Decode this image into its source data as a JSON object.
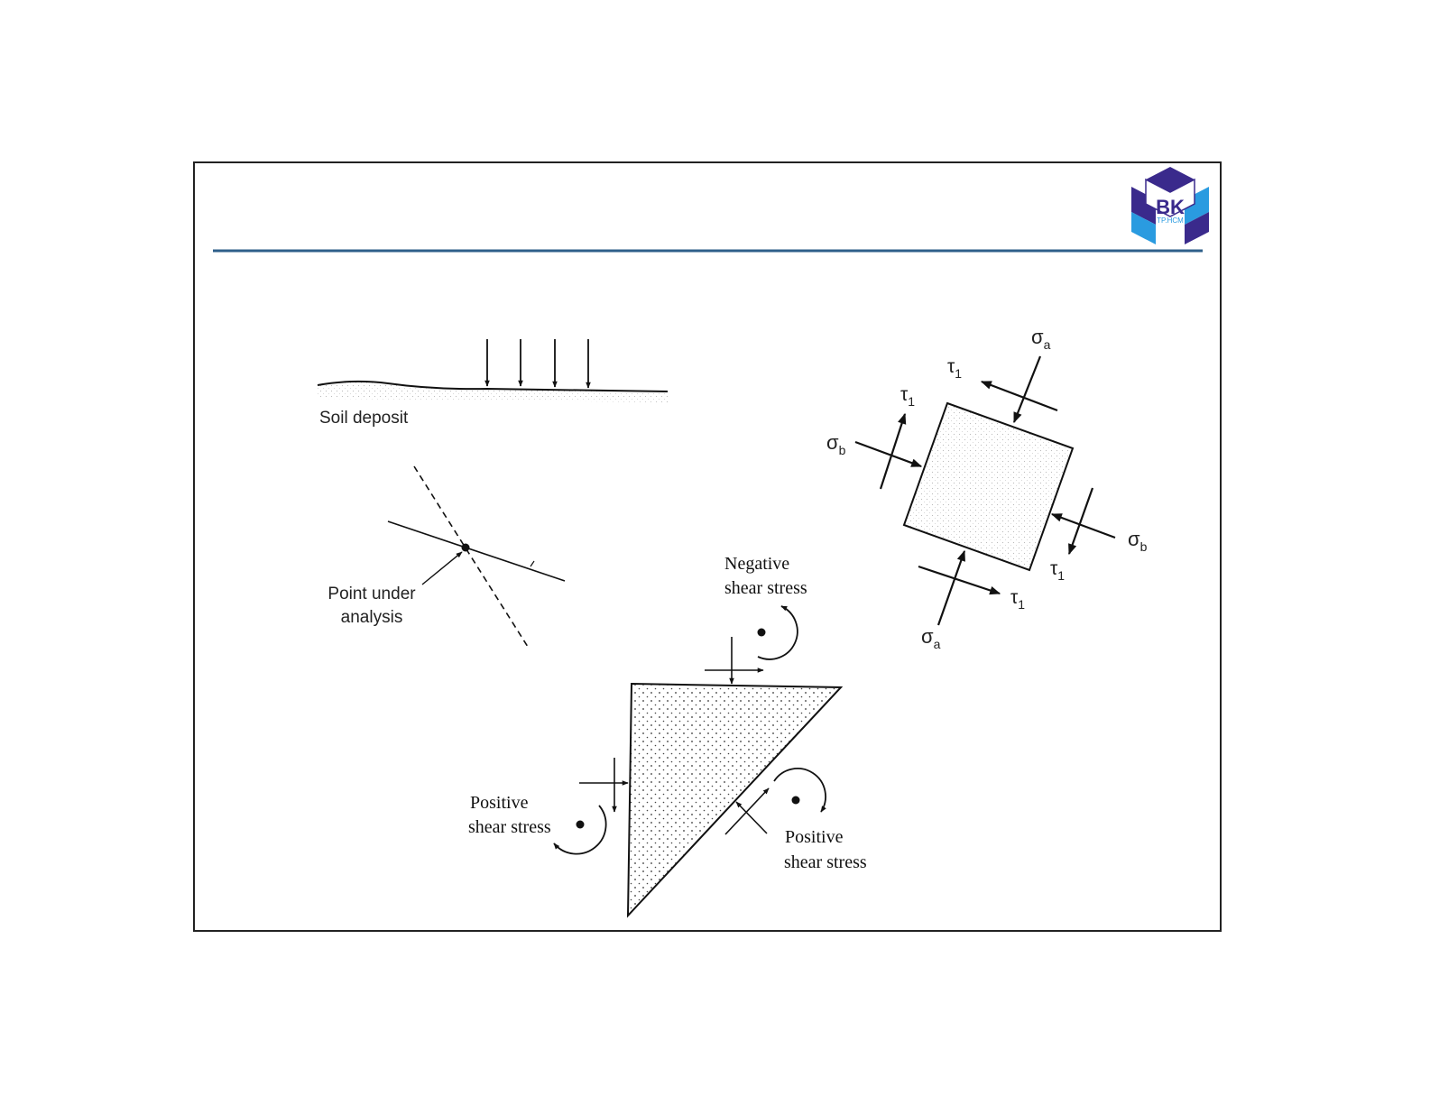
{
  "logo": {
    "text": "BK",
    "subtext": "TP.HCM",
    "colors": {
      "dark": "#3a2a8c",
      "light": "#2a9be0"
    }
  },
  "colors": {
    "rule": "#2e5f8a",
    "frame": "#222222",
    "ink": "#111111"
  },
  "soil": {
    "label": "Soil deposit"
  },
  "point": {
    "label_line1": "Point under",
    "label_line2": "analysis"
  },
  "element": {
    "sigma_a": {
      "base": "σ",
      "sub": "a"
    },
    "sigma_b": {
      "base": "σ",
      "sub": "b"
    },
    "tau": {
      "base": "τ",
      "sub": "1"
    }
  },
  "wedge": {
    "negative_line1": "Negative",
    "negative_line2": "shear stress",
    "positive_left_line1": "Positive",
    "positive_left_line2": "shear stress",
    "positive_right_line1": "Positive",
    "positive_right_line2": "shear stress"
  }
}
